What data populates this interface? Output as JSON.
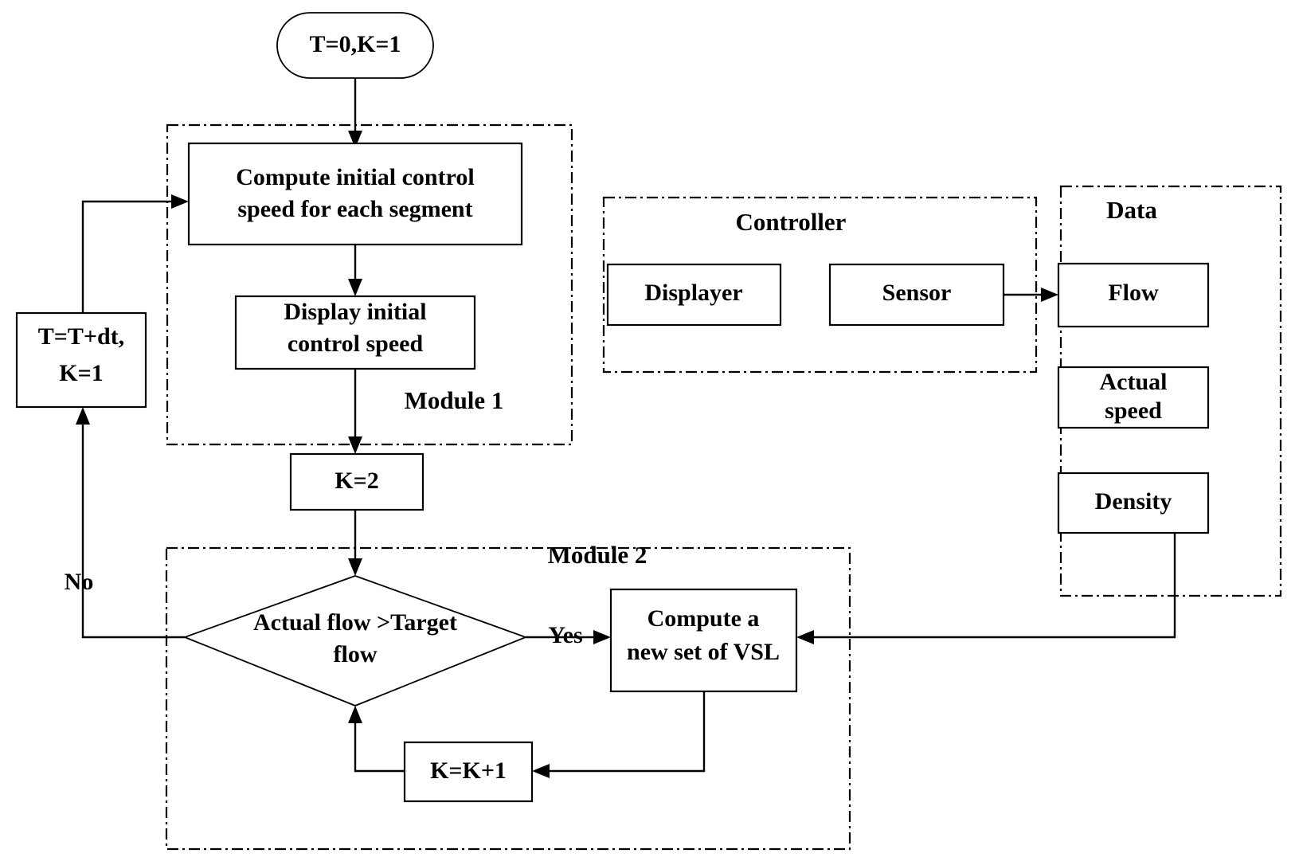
{
  "diagram": {
    "title": "VSL control flowchart",
    "colors": {
      "stroke": "#000000",
      "background": "#ffffff"
    },
    "start_node": {
      "label": "T=0,K=1"
    },
    "modules": [
      {
        "name": "module-1",
        "label": "Module 1"
      },
      {
        "name": "module-2",
        "label": "Module 2"
      }
    ],
    "panels": [
      {
        "name": "controller",
        "label": "Controller"
      },
      {
        "name": "data",
        "label": "Data"
      }
    ],
    "process_nodes": [
      {
        "name": "compute-initial-control-speed",
        "line1": "Compute initial control",
        "line2": "speed for each segment"
      },
      {
        "name": "display-initial-control-speed",
        "line1": "Display initial",
        "line2": "control speed"
      },
      {
        "name": "increment-time",
        "line1": "T=T+dt,",
        "line2": "K=1"
      },
      {
        "name": "set-k-2",
        "line1": "K=2",
        "line2": ""
      },
      {
        "name": "compute-new-vsl",
        "line1": "Compute a",
        "line2": "new set of VSL"
      },
      {
        "name": "increment-k",
        "line1": "K=K+1",
        "line2": ""
      }
    ],
    "decision_node": {
      "name": "actual-flow-vs-target-flow",
      "line1": "Actual flow >Target",
      "line2": "flow"
    },
    "controller_items": [
      {
        "name": "displayer",
        "label": "Displayer"
      },
      {
        "name": "sensor",
        "label": "Sensor"
      }
    ],
    "data_items": [
      {
        "name": "flow",
        "line1": "Flow",
        "line2": ""
      },
      {
        "name": "actual-speed",
        "line1": "Actual",
        "line2": "speed"
      },
      {
        "name": "density",
        "line1": "Density",
        "line2": ""
      }
    ],
    "edge_labels": [
      {
        "name": "branch-yes",
        "label": "Yes"
      },
      {
        "name": "branch-no",
        "label": "No"
      }
    ]
  }
}
